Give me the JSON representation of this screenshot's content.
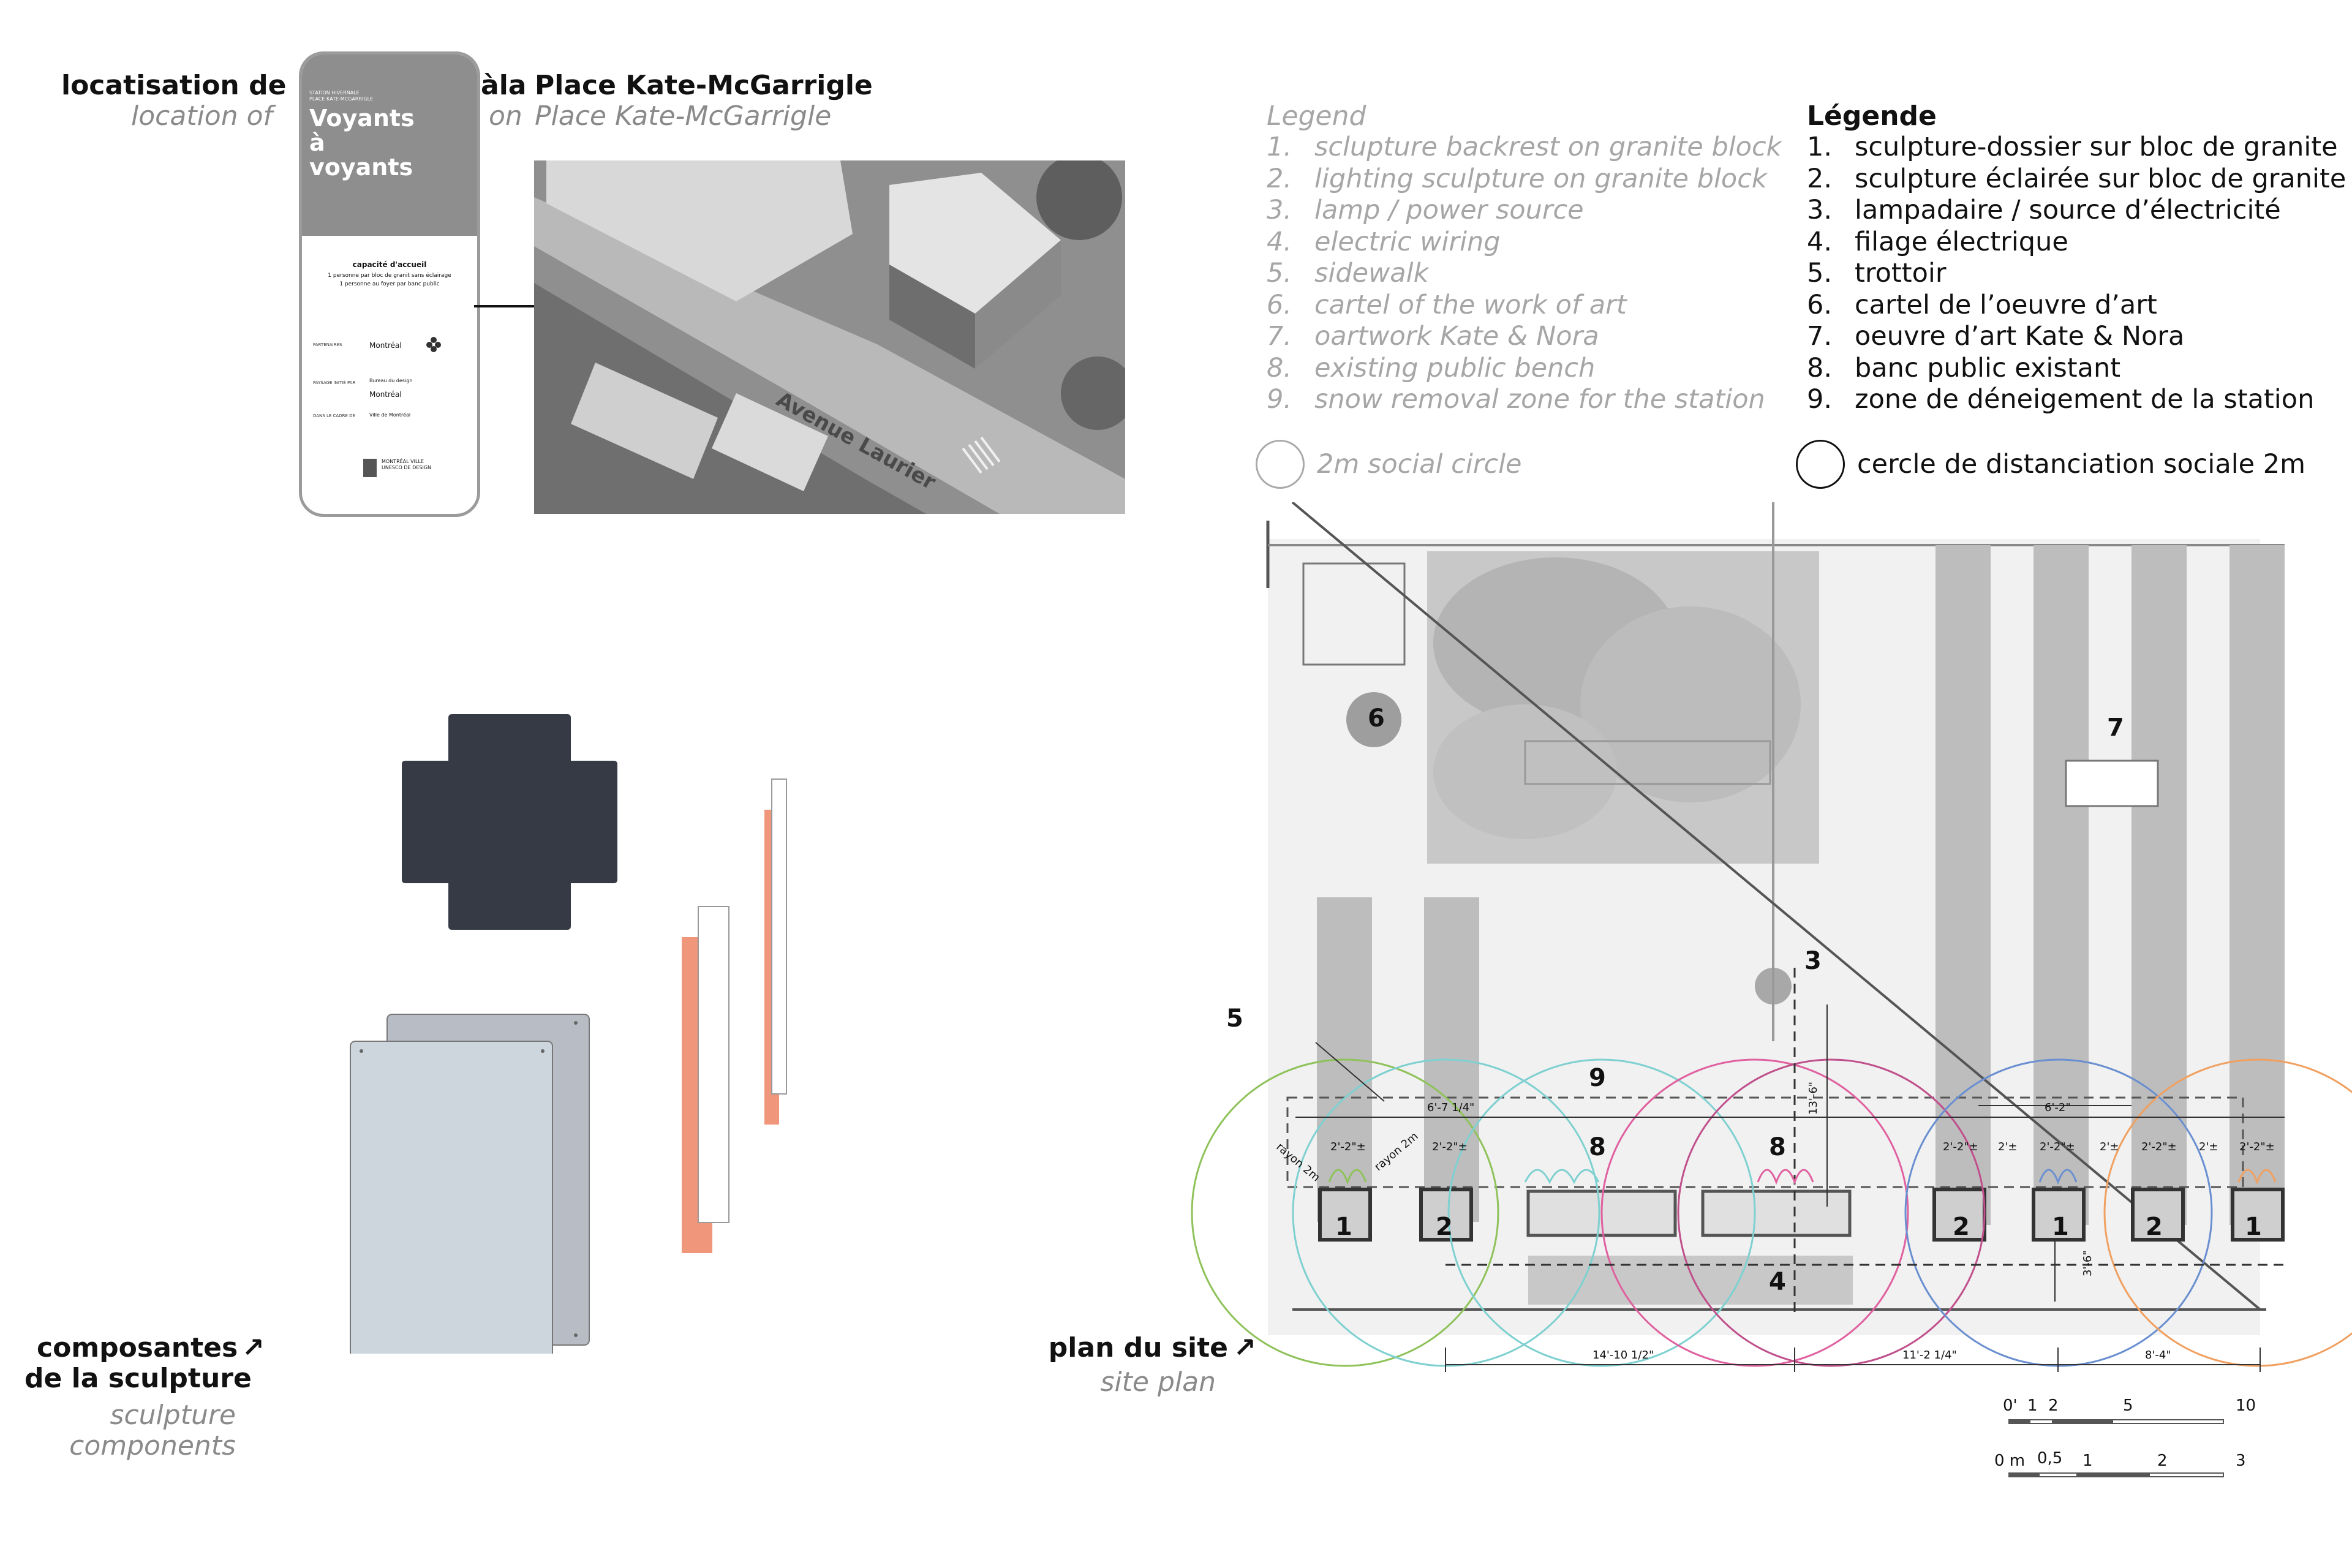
{
  "location": {
    "fr_label": "locatisation de",
    "en_label": "location of",
    "fr_prep": "àla",
    "en_prep": "on",
    "place_fr": "Place Kate-McGarrigle",
    "place_en": "Place Kate-McGarrigle",
    "street_label": "Avenue Laurier"
  },
  "sign": {
    "top_line1": "STATION HIVERNALE",
    "top_line2": "PLACE KATE-MCGARRIGLE",
    "title_line1": "Voyants",
    "title_line2": "à",
    "title_line3": "voyants",
    "capacity_title": "capacité d'accueil",
    "capacity_line1": "1 personne par bloc de granit sans éclairage",
    "capacity_line2": "1 personne au foyer par banc public",
    "partners_label": "PARTENAIRES",
    "partners_logo": "Montréal",
    "design_label": "PAYSAGE INITIÉ PAR",
    "design_text": "Bureau du design",
    "design_logo": "Montréal",
    "context_label": "DANS LE CADRE DE",
    "context_text": "Ville de Montréal",
    "footer_logo": "MONTRÉAL VILLE UNESCO DE DESIGN"
  },
  "legend_en": {
    "title": "Legend",
    "items": [
      {
        "n": "1.",
        "text": "sclupture backrest on granite block"
      },
      {
        "n": "2.",
        "text": "lighting sculpture on granite block"
      },
      {
        "n": "3.",
        "text": "lamp / power source"
      },
      {
        "n": "4.",
        "text": "electric wiring"
      },
      {
        "n": "5.",
        "text": "sidewalk"
      },
      {
        "n": "6.",
        "text": "cartel of the work of art"
      },
      {
        "n": "7.",
        "text": "oartwork Kate & Nora"
      },
      {
        "n": "8.",
        "text": "existing public bench"
      },
      {
        "n": "9.",
        "text": "snow removal zone for the station"
      }
    ],
    "social": "2m social circle"
  },
  "legend_fr": {
    "title": "Légende",
    "items": [
      {
        "n": "1.",
        "text": "sculpture-dossier sur bloc de granite"
      },
      {
        "n": "2.",
        "text": "sculpture éclairée sur bloc de granite"
      },
      {
        "n": "3.",
        "text": "lampadaire / source d’électricité"
      },
      {
        "n": "4.",
        "text": "filage électrique"
      },
      {
        "n": "5.",
        "text": "trottoir"
      },
      {
        "n": "6.",
        "text": "cartel de l’oeuvre d’art"
      },
      {
        "n": "7.",
        "text": "oeuvre d’art Kate & Nora"
      },
      {
        "n": "8.",
        "text": "banc public existant"
      },
      {
        "n": "9.",
        "text": "zone de déneigement de la station"
      }
    ],
    "social": "cercle de distanciation sociale 2m"
  },
  "components": {
    "fr_line1": "composantes",
    "fr_line2": "de la sculpture",
    "en_line1": "sculpture",
    "en_line2": "components",
    "arrow": "↗"
  },
  "site": {
    "fr_label": "plan du site",
    "en_label": "site plan",
    "arrow": "↗",
    "markers": {
      "m1": "1",
      "m2": "2",
      "m3": "3",
      "m4": "4",
      "m5": "5",
      "m6": "6",
      "m7": "7",
      "m8": "8",
      "m9": "9"
    },
    "dims": {
      "d_6_7": "6'-7 1/4\"",
      "d_6_2": "6'-2\"",
      "d_2_2": "2'-2\"±",
      "d_2": "2'±",
      "d_13_6": "13'-6\"",
      "d_3_6": "3'-6\"",
      "d_14_10": "14'-10 1/2\"",
      "d_11_2": "11'-2 1/4\"",
      "d_8_4": "8'-4\"",
      "rayon": "rayon 2m"
    },
    "scale_imperial": [
      "0'",
      "1",
      "2",
      "5",
      "10"
    ],
    "scale_metric": [
      "0 m",
      "0,5",
      "1",
      "2",
      "3"
    ]
  },
  "colors": {
    "slate": "#363a44",
    "salmon": "#f0967a",
    "panel_blue": "#cdd5dd",
    "panel_grey": "#b8bcc4",
    "circle_green": "#8fc25a",
    "circle_cyan": "#7fd0d0",
    "circle_pink": "#e060a0",
    "circle_magenta": "#c0508c",
    "circle_blue": "#6a8fd0",
    "circle_orange": "#f0a060"
  }
}
